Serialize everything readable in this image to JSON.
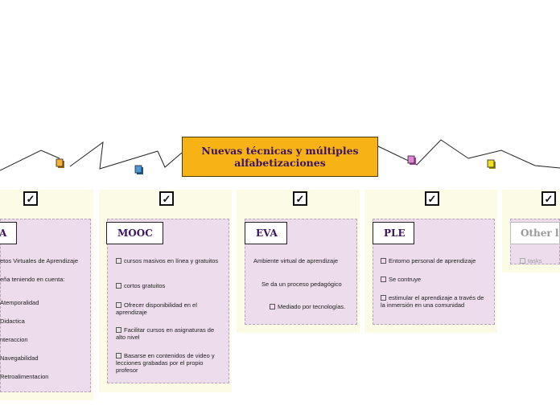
{
  "central": {
    "title": "Nuevas técnicas y múltiples alfabetizaciones"
  },
  "checkmark_glyph": "✓",
  "columns": [
    {
      "label": "A",
      "items": [
        "etos Virtuales de Aprendizaje",
        "eña teniendo en cuenta:",
        "Atemporalidad",
        "Didactica",
        "nteraccion",
        "Navegabilidad",
        "Retroalimentacion"
      ]
    },
    {
      "label": "MOOC",
      "items": [
        "cursos masivos en línea y gratuitos",
        "cortos gratuitos",
        "Ofrecer disponibilidad en el aprendizaje",
        "Facilitar cursos en asignaturas de alto nivel",
        "Basarse en contenidos de video y lecciones grabadas por el propio profesor"
      ]
    },
    {
      "label": "EVA",
      "items": [
        "Ambiente virtual de aprendizaje",
        "Se da un proceso pedagógico",
        "Mediado por tecnologías."
      ]
    },
    {
      "label": "PLE",
      "items": [
        "Entorno personal de aprendizaje",
        "Se contruye",
        "estimular el aprendizaje a través de la inmersión en una comunidad"
      ]
    },
    {
      "label": "Other li",
      "items": [
        "tasks"
      ]
    }
  ],
  "colors": {
    "central_fill": "#f7b316",
    "title_text": "#3b1360",
    "panel_fill": "#fcfbe6",
    "inner_fill": "#ecdcec",
    "connector": "#222222",
    "sticker_orange": "#f2b13a",
    "sticker_blue": "#4a9ad8",
    "sticker_pink": "#e085d6",
    "sticker_yellow": "#efe024"
  }
}
